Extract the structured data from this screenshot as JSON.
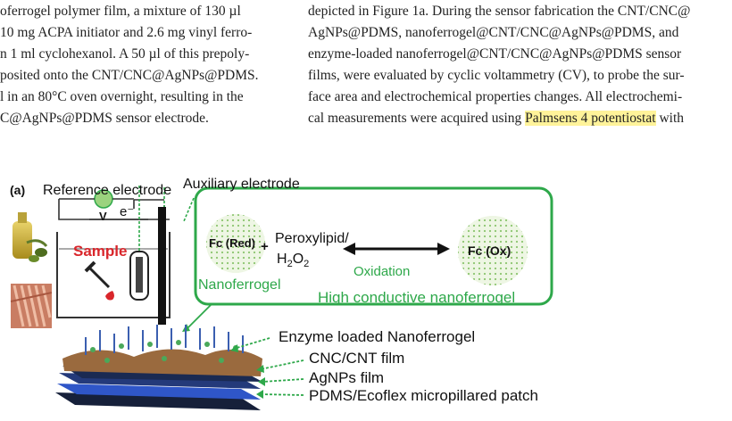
{
  "text": {
    "left_lines": [
      "oferrogel polymer film, a mixture of 130 µl",
      "10 mg ACPA initiator and 2.6 mg vinyl ferro-",
      "n 1 ml cyclohexanol. A 50 µl of this prepoly-",
      "posited onto the CNT/CNC@AgNPs@PDMS.",
      "l in an 80°C oven overnight, resulting in the",
      "C@AgNPs@PDMS sensor electrode."
    ],
    "right_lines": [
      "depicted in Figure 1a. During the sensor fabrication the CNT/CNC@",
      "AgNPs@PDMS,    nanoferrogel@CNT/CNC@AgNPs@PDMS,    and",
      "enzyme-loaded  nanoferrogel@CNT/CNC@AgNPs@PDMS  sensor",
      "films, were evaluated by cyclic voltammetry (CV), to probe the sur-",
      "face area and electrochemical properties changes. All electrochemi-"
    ],
    "last_pre": "cal measurements were acquired using ",
    "last_hl": "Palmsens 4 potentiostat",
    "last_post": " with"
  },
  "figure": {
    "panel_label": "(a)",
    "reference_electrode": "Reference electrode",
    "auxiliary_electrode": "Auxiliary electrode",
    "voltmeter": "V",
    "electron": "e⁻",
    "sample": "Sample",
    "fc_red": "Fc (Red)",
    "plus": "+",
    "peroxylipid": "Peroxylipid/",
    "h2o2_base": "H",
    "h2o2_sub": "2",
    "h2o2_mid": "O",
    "h2o2_sub2": "2",
    "oxidation": "Oxidation",
    "fc_ox": "Fc (Ox)",
    "nanoferrogel": "Nanoferrogel",
    "high_conductive": "High conductive nanoferrogel",
    "layers": [
      "Enzyme loaded Nanoferrogel",
      "CNC/CNT film",
      "AgNPs film",
      "PDMS/Ecoflex micropillared patch"
    ],
    "colors": {
      "green": "#2ea84a",
      "red": "#d9262b",
      "brown": "#9a6a3e",
      "blue": "#2f56c8"
    }
  }
}
